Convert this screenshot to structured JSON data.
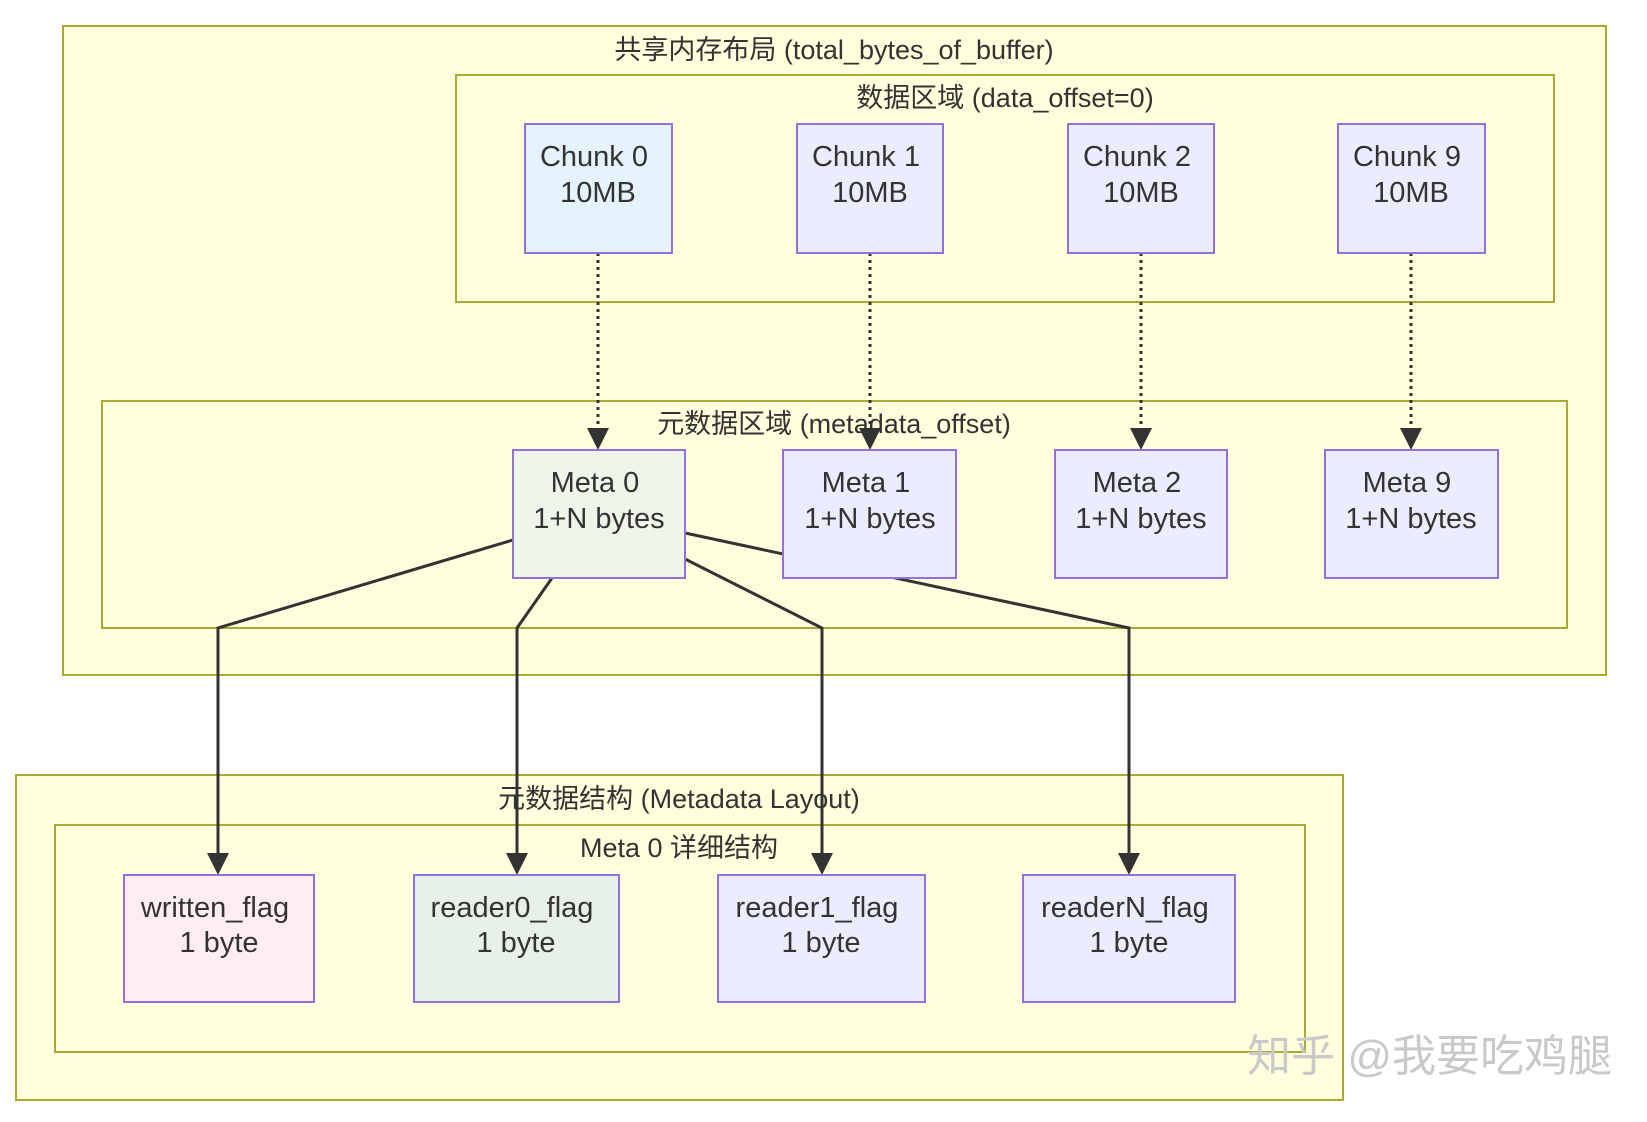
{
  "shared_memory": {
    "title": "共享内存布局 (total_bytes_of_buffer)"
  },
  "data_region": {
    "title": "数据区域 (data_offset=0)",
    "chunks": [
      {
        "line1": "Chunk 0",
        "line2": "10MB",
        "fill": "#e5f3fd"
      },
      {
        "line1": "Chunk 1",
        "line2": "10MB",
        "fill": "#ececff"
      },
      {
        "line1": "Chunk 2",
        "line2": "10MB",
        "fill": "#ececff"
      },
      {
        "line1": "Chunk 9",
        "line2": "10MB",
        "fill": "#ececff"
      }
    ]
  },
  "metadata_region": {
    "title": "元数据区域 (metadata_offset)",
    "metas": [
      {
        "line1": "Meta 0",
        "line2": "1+N bytes",
        "fill": "#f0f5e9"
      },
      {
        "line1": "Meta 1",
        "line2": "1+N bytes",
        "fill": "#ececff"
      },
      {
        "line1": "Meta 2",
        "line2": "1+N bytes",
        "fill": "#ececff"
      },
      {
        "line1": "Meta 9",
        "line2": "1+N bytes",
        "fill": "#ececff"
      }
    ]
  },
  "metadata_layout": {
    "title": "元数据结构 (Metadata Layout)",
    "detail": {
      "title": "Meta 0 详细结构",
      "fields": [
        {
          "line1": "written_flag",
          "line2": "1 byte",
          "fill": "#ffeef1"
        },
        {
          "line1": "reader0_flag",
          "line2": "1 byte",
          "fill": "#e8f1e8"
        },
        {
          "line1": "reader1_flag",
          "line2": "1 byte",
          "fill": "#ececff"
        },
        {
          "line1": "readerN_flag",
          "line2": "1 byte",
          "fill": "#ececff"
        }
      ]
    }
  },
  "watermark": "知乎 @我要吃鸡腿"
}
